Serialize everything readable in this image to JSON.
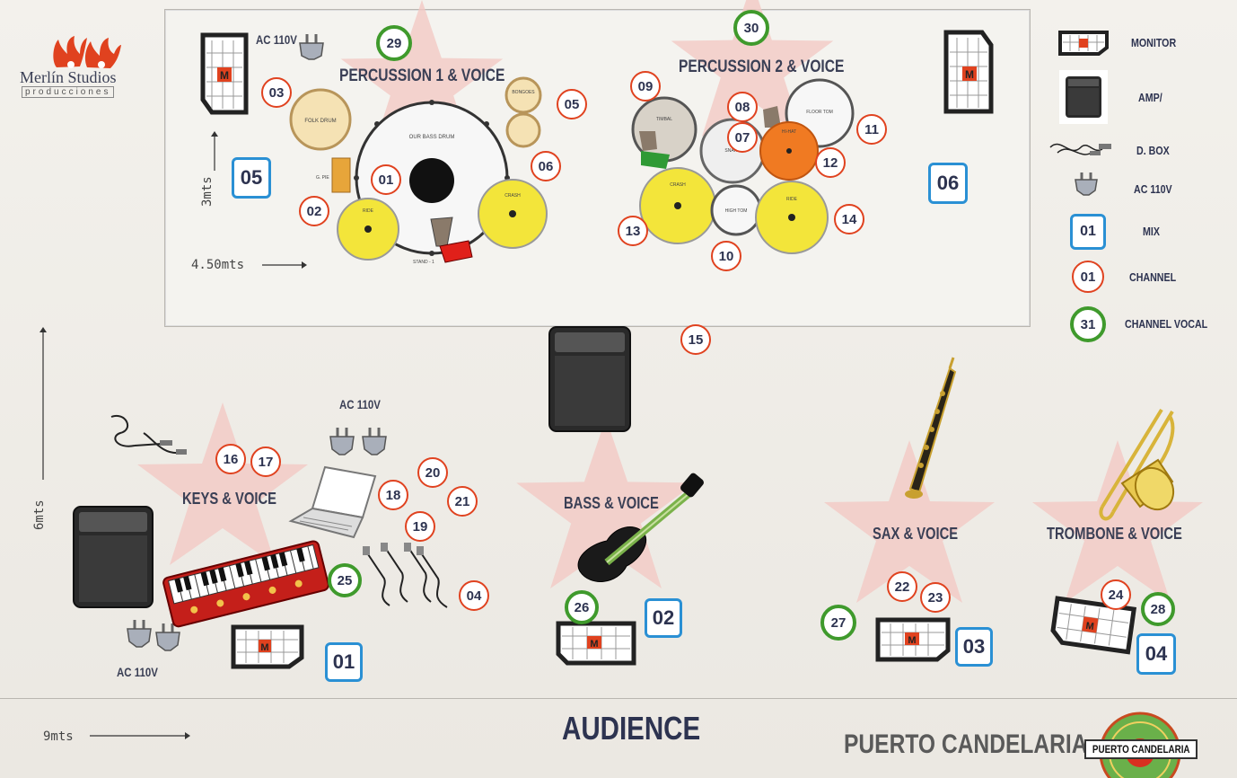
{
  "logo": {
    "name": "Merlín Studios",
    "sub": "producciones"
  },
  "stage": {
    "sections": {
      "perc1": "PERCUSSION 1 & VOICE",
      "perc2": "PERCUSSION 2 & VOICE",
      "keys": "KEYS & VOICE",
      "bass": "BASS & VOICE",
      "sax": "SAX & VOICE",
      "trombone": "TROMBONE & VOICE"
    },
    "ac_label": "AC 110V",
    "dims": {
      "riser_w": "4.50mts",
      "riser_d": "3mts",
      "stage_d": "6mts",
      "stage_w": "9mts"
    },
    "drum_labels": {
      "folk_drum": "FOLK DRUM",
      "bongoes": "BONGOES",
      "bass_drum": "OUR BASS DRUM",
      "ride1": "RIDE",
      "crash1": "CRASH",
      "guiro": "G. PIE",
      "stand": "STAND - 1",
      "timbal": "TIMBAL",
      "snare": "SNARE",
      "floor_tom": "FLOOR TOM",
      "hihat": "HI-HAT",
      "high_tom": "HIGH TOM",
      "crash2": "CRASH",
      "ride2": "RIDE"
    },
    "monitor_letter": "M",
    "channels": [
      "01",
      "02",
      "03",
      "04",
      "05",
      "06",
      "07",
      "08",
      "09",
      "10",
      "11",
      "12",
      "13",
      "14",
      "15",
      "16",
      "17",
      "18",
      "19",
      "20",
      "21",
      "22",
      "23",
      "24"
    ],
    "vocal_channels": [
      "25",
      "26",
      "27",
      "28",
      "29",
      "30"
    ],
    "mixes": [
      "01",
      "02",
      "03",
      "04",
      "05",
      "06"
    ]
  },
  "legend": {
    "monitor": "MONITOR",
    "amp": "AMP/",
    "dbox": "D. BOX",
    "ac": "AC 110V",
    "mix": "MIX",
    "channel": "CHANNEL",
    "channel_vocal": "CHANNEL VOCAL",
    "mix_sample": "01",
    "channel_sample": "01",
    "vocal_sample": "31"
  },
  "footer": {
    "audience": "AUDIENCE",
    "band": "PUERTO CANDELARIA",
    "badge": "PUERTO CANDELARIA"
  },
  "colors": {
    "channel_ring": "#e0421f",
    "vocal_ring": "#3f9a2c",
    "mix_box": "#2a90d4",
    "star": "#f2c9c4",
    "text": "#2d3350"
  }
}
